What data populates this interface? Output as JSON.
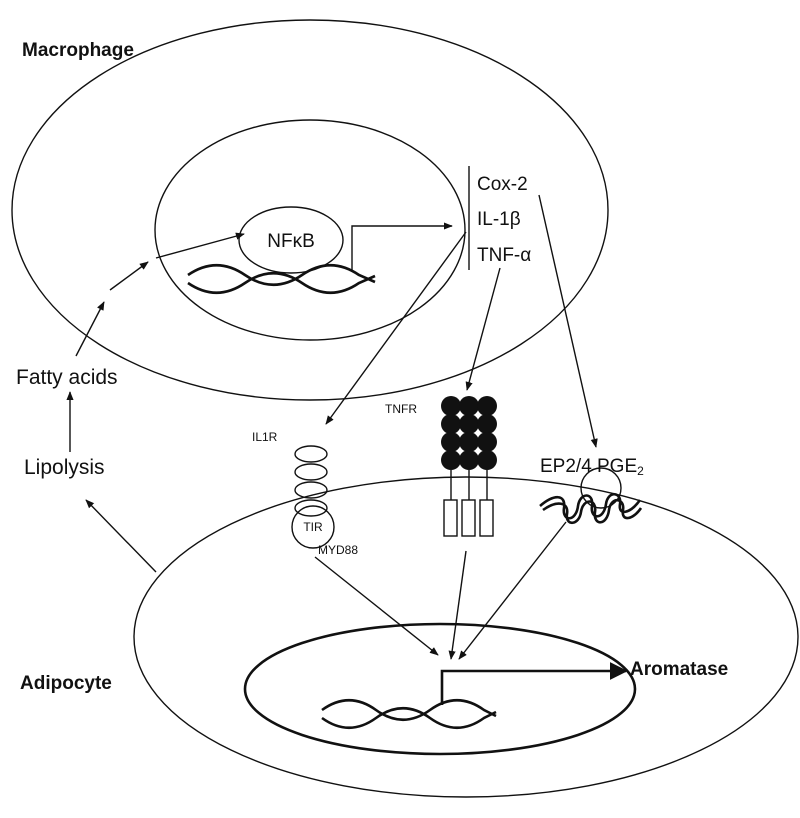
{
  "macrophage": {
    "title": "Macrophage",
    "nucleus_factor": "NFκB",
    "products": [
      "Cox-2",
      "IL-1β",
      "TNF-α"
    ]
  },
  "left_pathway": {
    "fatty_acids": "Fatty acids",
    "lipolysis": "Lipolysis"
  },
  "receptors": {
    "il1r": "IL1R",
    "tir": "TIR",
    "myd88": "MYD88",
    "tnfr": "TNFR",
    "ep": "EP2/4",
    "pge2_base": "PGE",
    "pge2_sub": "2"
  },
  "adipocyte": {
    "title": "Adipocyte",
    "output": "Aromatase"
  },
  "colors": {
    "stroke": "#111111",
    "adipocyte_fill": "#f2f2f2",
    "tnfr_fill": "#111111"
  }
}
